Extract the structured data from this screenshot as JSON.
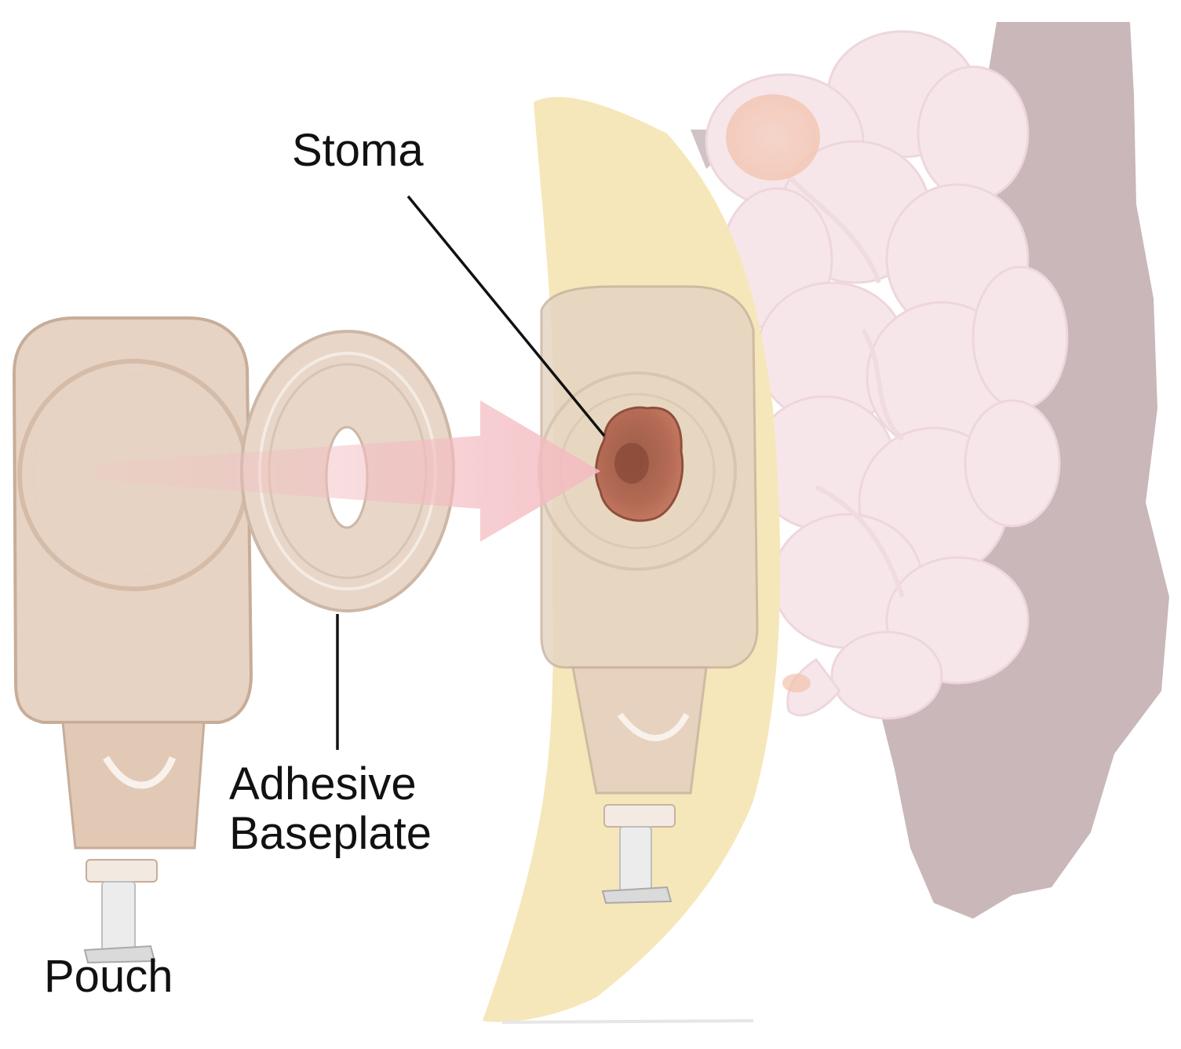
{
  "labels": {
    "stoma": "Stoma",
    "adhesive_line1": "Adhesive",
    "adhesive_line2": "Baseplate",
    "pouch": "Pouch"
  },
  "colors": {
    "background": "#ffffff",
    "pouch": "#e7d3c4",
    "pouch_edge": "#cdb3a1",
    "baseplate": "#e8d6c8",
    "skin": "#f5e7b9",
    "arrow": "#f3bcc1",
    "stoma": "#b56b55",
    "intestine": "#f6e6ea",
    "colon": "#c9b7b9",
    "leader_line": "#111111",
    "text": "#111111"
  }
}
